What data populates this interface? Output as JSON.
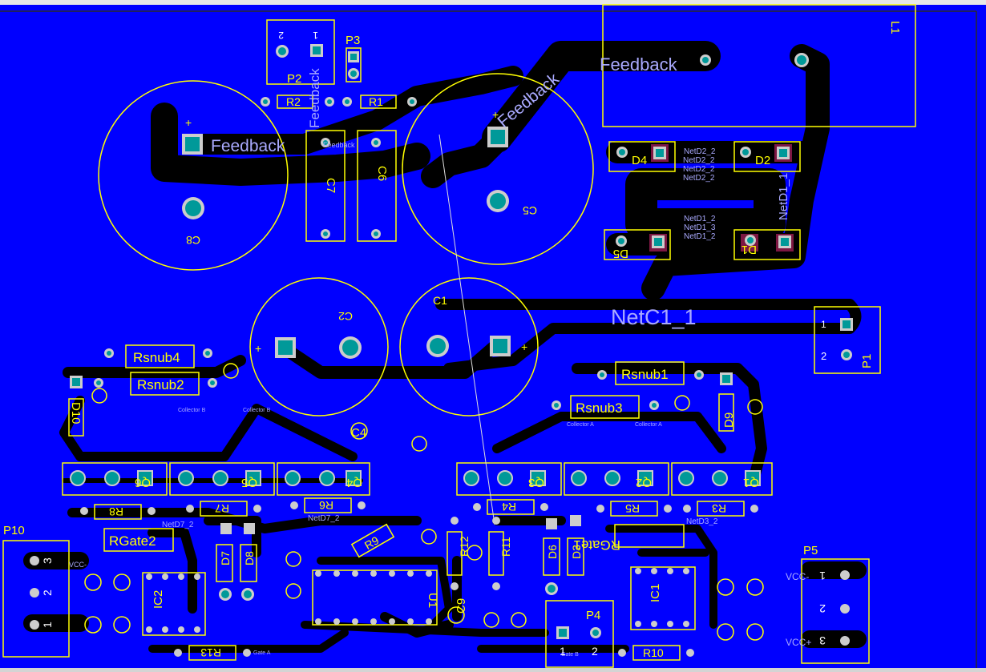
{
  "colors": {
    "board": "#0000ff",
    "trace": "#000000",
    "silkscreen": "#ffff00",
    "pad": "#009999",
    "pad_square": "#cccccc",
    "hole": "#000000",
    "net_label": "#aaaaff",
    "pad_keepout": "#8b1a4a"
  },
  "net_labels": {
    "feedback_top": "Feedback",
    "feedback_diag": "Feedback",
    "feedback_left": "Feedback",
    "feedback_small": "Feedback",
    "feedback_vert": "Feedback",
    "netc1": "NetC1_1",
    "netd1_vert": "NetD1_1",
    "netd2_a": "NetD2_2",
    "netd2_b": "NetD2_2",
    "netd2_c": "NetD2_2",
    "netd2_d": "NetD2_2",
    "netd1_a": "NetD1_2",
    "netd1_b": "NetD1_3",
    "netd1_c": "NetD1_2",
    "netd7_a": "NetD7_2",
    "netd7_b": "NetD7_2",
    "netd3": "NetD3_2",
    "collector_b1": "Collector B",
    "collector_b2": "Collector B",
    "collector_a1": "Collector A",
    "collector_a2": "Collector A",
    "gate_a": "Gate A",
    "gate_b": "Gate B",
    "vcc_left": "VCC-",
    "vcc_right": "VCC-",
    "vcc_plus": "VCC+"
  },
  "components": {
    "L1": "L1",
    "P1": "P1",
    "P2": "P2",
    "P3": "P3",
    "P4": "P4",
    "P5": "P5",
    "P10": "P10",
    "C1": "C1",
    "C2": "C2",
    "C4": "C4",
    "C5": "C5",
    "C6": "C6",
    "C7": "C7",
    "C8": "C8",
    "C9": "C9",
    "R1": "R1",
    "R2": "R2",
    "R3": "R3",
    "R4": "R4",
    "R5": "R5",
    "R6": "R6",
    "R7": "R7",
    "R8": "R8",
    "R9": "R9",
    "R10": "R10",
    "R11": "R11",
    "R12": "R12",
    "R13": "R13",
    "Rsnub1": "Rsnub1",
    "Rsnub2": "Rsnub2",
    "Rsnub3": "Rsnub3",
    "Rsnub4": "Rsnub4",
    "RGate1": "RGate1",
    "RGate2": "RGate2",
    "D1": "D1",
    "D2": "D2",
    "D3": "D3",
    "D4": "D4",
    "D5": "D5",
    "D6": "D6",
    "D7": "D7",
    "D8": "D8",
    "D9": "D9",
    "D10": "D10",
    "Q1": "Q1",
    "Q2": "Q2",
    "Q3": "Q3",
    "Q4": "Q4",
    "Q5": "Q5",
    "Q6": "Q6",
    "U1": "U1",
    "IC1": "IC1",
    "IC2": "IC2"
  },
  "pin_numbers": {
    "p2_1": "1",
    "p2_2": "2",
    "p1_1": "1",
    "p1_2": "2",
    "p4_1": "1",
    "p4_2": "2",
    "p5_1": "1",
    "p5_2": "2",
    "p5_3": "3",
    "p10_1": "1",
    "p10_2": "2",
    "p10_3": "3"
  },
  "polarity": {
    "c8": "+",
    "c5": "+",
    "c2": "+",
    "c1": "+"
  }
}
